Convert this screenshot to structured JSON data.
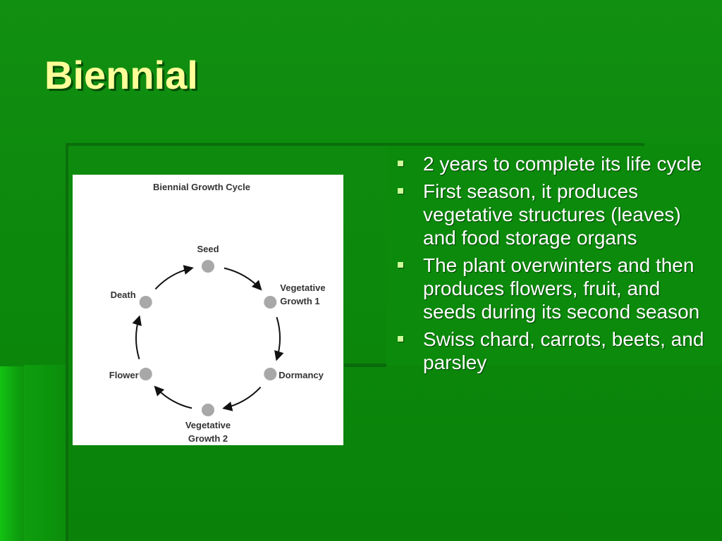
{
  "slide": {
    "title": "Biennial",
    "diagram": {
      "title": "Biennial Growth Cycle",
      "stages": [
        {
          "label_lines": [
            "Seed"
          ]
        },
        {
          "label_lines": [
            "Vegetative",
            "Growth 1"
          ]
        },
        {
          "label_lines": [
            "Dormancy"
          ]
        },
        {
          "label_lines": [
            "Vegetative",
            "Growth 2"
          ]
        },
        {
          "label_lines": [
            "Flower"
          ]
        },
        {
          "label_lines": [
            "Death"
          ]
        }
      ],
      "colors": {
        "node": "#a8a8a8",
        "arrow": "#111111",
        "text": "#333333",
        "background": "#ffffff"
      }
    },
    "bullets": [
      "2 years to complete its life cycle",
      "First season, it produces vegetative structures (leaves) and food storage organs",
      "The plant overwinters and then produces flowers, fruit, and seeds during its second season",
      "Swiss chard, carrots, beets, and parsley"
    ],
    "theme": {
      "background": "#0b8a0b",
      "title_color": "#ffff99",
      "text_color": "#ffffff",
      "bullet_color": "#ccff99",
      "bullet_icon": "square-bullet-icon"
    }
  }
}
